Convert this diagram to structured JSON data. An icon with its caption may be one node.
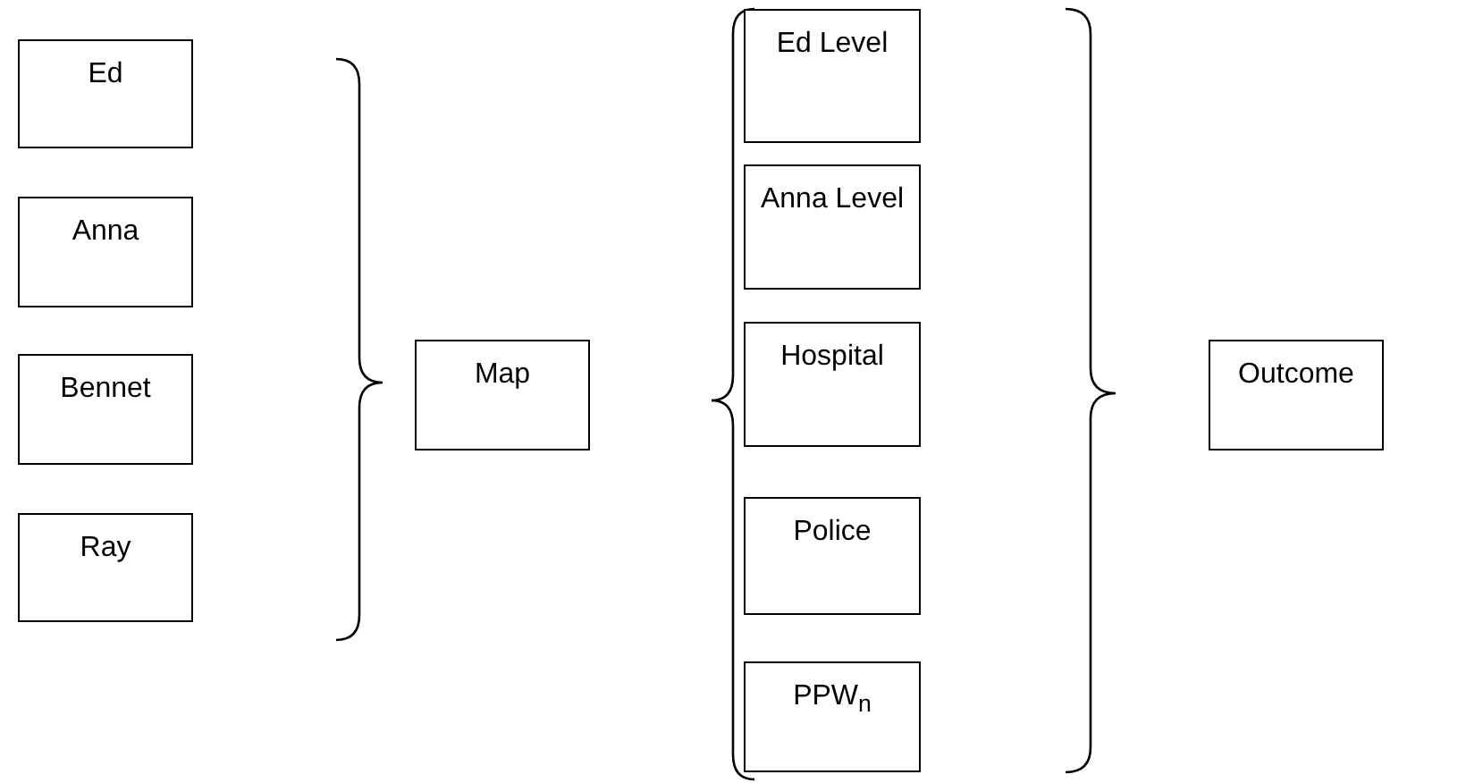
{
  "diagram": {
    "nodes": [
      {
        "text": [
          "Ed"
        ]
      },
      {
        "text": [
          "Anna"
        ]
      },
      {
        "text": [
          "Bennet"
        ]
      },
      {
        "text": [
          "Ray"
        ]
      },
      {
        "text": [
          "Map"
        ]
      },
      {
        "text": [
          "Ed Level"
        ]
      },
      {
        "text": [
          "Anna Level"
        ]
      },
      {
        "text": [
          "Hospital"
        ]
      },
      {
        "text": [
          "Police"
        ]
      },
      {
        "text": [
          "PPW$_{n}$"
        ]
      },
      {
        "text": [
          "Outcome"
        ]
      }
    ]
  }
}
